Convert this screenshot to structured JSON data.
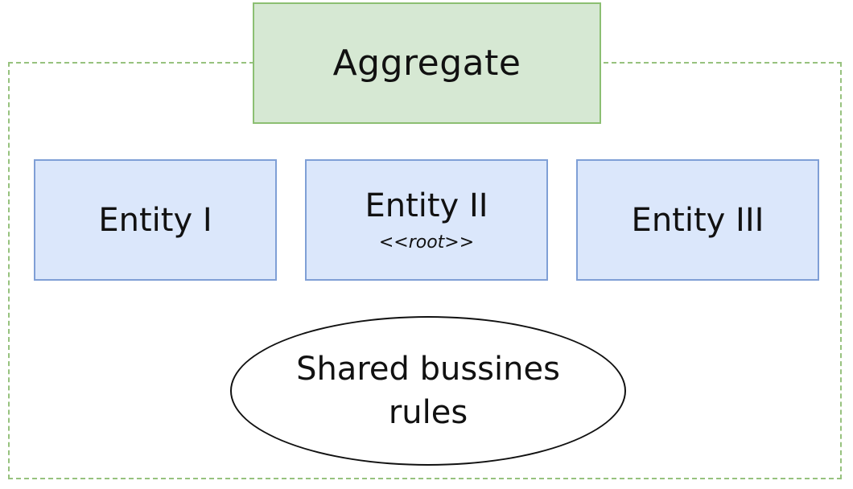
{
  "aggregate": {
    "label": "Aggregate"
  },
  "entities": [
    {
      "label": "Entity I",
      "stereotype": ""
    },
    {
      "label": "Entity II",
      "stereotype": "<<root>>"
    },
    {
      "label": "Entity III",
      "stereotype": ""
    }
  ],
  "rules": {
    "label": "Shared bussines rules"
  },
  "colors": {
    "aggregate_fill": "#d6e8d3",
    "aggregate_stroke": "#8cbf72",
    "entity_fill": "#dbe7fb",
    "entity_stroke": "#7f9fd6",
    "boundary_stroke": "#97c27e"
  }
}
